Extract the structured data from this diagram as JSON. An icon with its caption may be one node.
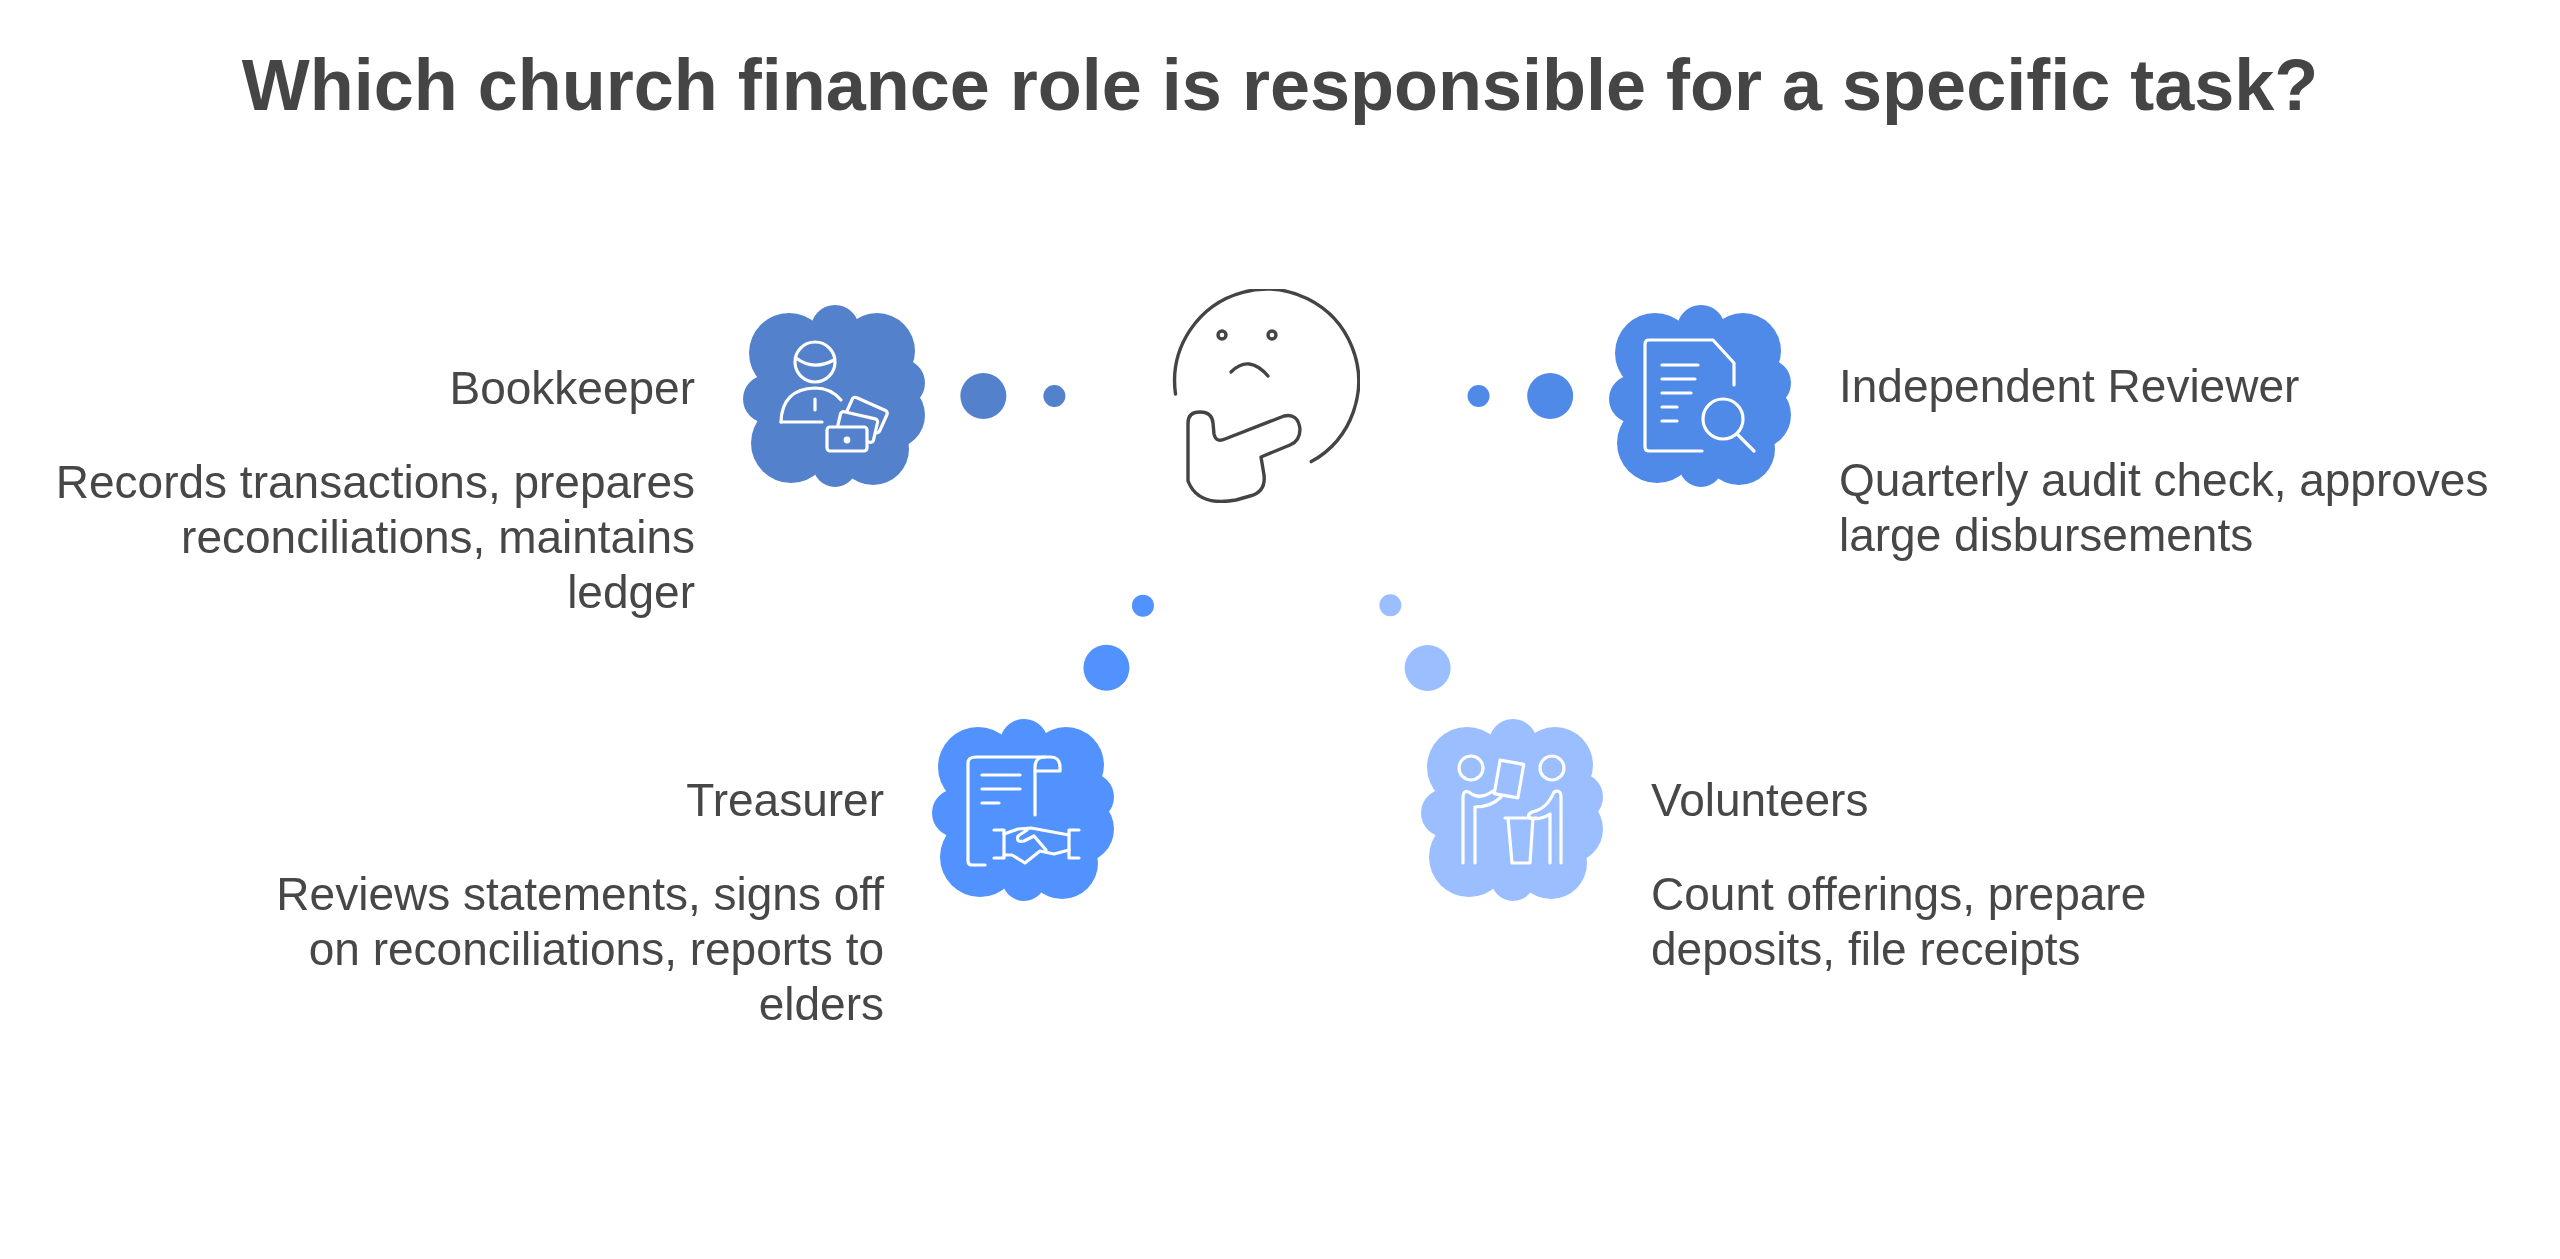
{
  "diagram": {
    "title": "Which church finance role is responsible for a specific task?",
    "nodes": [
      {
        "text": [
          "Bookkeeper",
          "Records transactions, prepares reconciliations, maintains ledger"
        ]
      },
      {
        "text": [],
        "shape": "picture"
      },
      {
        "text": [
          "Independent Reviewer",
          "Quarterly audit check, approves large disbursements"
        ]
      },
      {
        "text": [
          "Treasurer",
          "Reviews statements, signs off on reconciliations, reports to elders"
        ]
      },
      {
        "text": [
          "Volunteers",
          "Count offerings, prepare deposits, file receipts"
        ]
      }
    ],
    "edges": [
      {
        "from": 1,
        "to": 0,
        "arrow": "none",
        "color": "#5381cc"
      },
      {
        "from": 1,
        "to": 2,
        "arrow": "none",
        "color": "#4f8ae8"
      },
      {
        "from": 1,
        "to": 3,
        "arrow": "none",
        "color": "#5192ff"
      },
      {
        "from": 1,
        "to": 4,
        "arrow": "none",
        "color": "#9abeff"
      }
    ]
  }
}
